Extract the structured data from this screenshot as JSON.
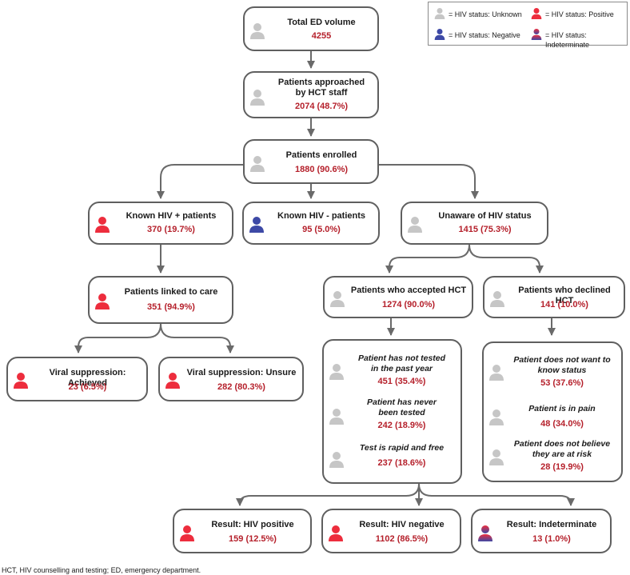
{
  "colors": {
    "unknown": "#c6c6c6",
    "positive": "#ed2d3d",
    "negative": "#3d49a6",
    "indeterminate_top": "#ed2d3d",
    "indeterminate_bottom": "#3d49a6",
    "value_text": "#b5202b"
  },
  "legend": {
    "unknown": "= HIV status: Unknown",
    "positive": "= HIV status: Positive",
    "negative": "= HIV status: Negative",
    "indeterminate": "= HIV status: Indeterminate"
  },
  "nodes": {
    "total": {
      "title": "Total ED volume",
      "value": "4255",
      "icon": "person-unknown-icon"
    },
    "approached": {
      "title_line1": "Patients approached",
      "title_line2": "by HCT staff",
      "value": "2074 (48.7%)",
      "icon": "person-unknown-icon"
    },
    "enrolled": {
      "title": "Patients enrolled",
      "value": "1880 (90.6%)",
      "icon": "person-unknown-icon"
    },
    "known_pos": {
      "title": "Known HIV + patients",
      "value": "370 (19.7%)",
      "icon": "person-positive-icon"
    },
    "known_neg": {
      "title": "Known HIV - patients",
      "value": "95 (5.0%)",
      "icon": "person-negative-icon"
    },
    "unaware": {
      "title": "Unaware of HIV status",
      "value": "1415 (75.3%)",
      "icon": "person-unknown-icon"
    },
    "linked": {
      "title": "Patients linked to care",
      "value": "351 (94.9%)",
      "icon": "person-positive-icon"
    },
    "accepted": {
      "title": "Patients who accepted HCT",
      "value": "1274 (90.0%)",
      "icon": "person-unknown-icon"
    },
    "declined": {
      "title": "Patients who declined HCT",
      "value": "141 (10.0%)",
      "icon": "person-unknown-icon"
    },
    "vs_achieved": {
      "title": "Viral suppression: Achieved",
      "value": "23 (6.5%)",
      "icon": "person-positive-icon"
    },
    "vs_unsure": {
      "title": "Viral suppression: Unsure",
      "value": "282 (80.3%)",
      "icon": "person-positive-icon"
    },
    "res_pos": {
      "title": "Result: HIV positive",
      "value": "159 (12.5%)",
      "icon": "person-positive-icon"
    },
    "res_neg": {
      "title": "Result: HIV negative",
      "value": "1102 (86.5%)",
      "icon": "person-positive-icon"
    },
    "res_ind": {
      "title": "Result: Indeterminate",
      "value": "13 (1.0%)",
      "icon": "person-indeterminate-icon"
    }
  },
  "accepted_reasons": [
    {
      "line1": "Patient has not tested",
      "line2": "in the past year",
      "value": "451 (35.4%)"
    },
    {
      "line1": "Patient has never",
      "line2": "been tested",
      "value": "242 (18.9%)"
    },
    {
      "line1": "Test is rapid and free",
      "line2": "",
      "value": "237 (18.6%)"
    }
  ],
  "declined_reasons": [
    {
      "line1": "Patient does not want to",
      "line2": "know status",
      "value": "53 (37.6%)"
    },
    {
      "line1": "Patient is in pain",
      "line2": "",
      "value": "48 (34.0%)"
    },
    {
      "line1": "Patient does not believe",
      "line2": "they are at risk",
      "value": "28 (19.9%)"
    }
  ],
  "footnote": "HCT, HIV counselling and testing; ED, emergency department."
}
